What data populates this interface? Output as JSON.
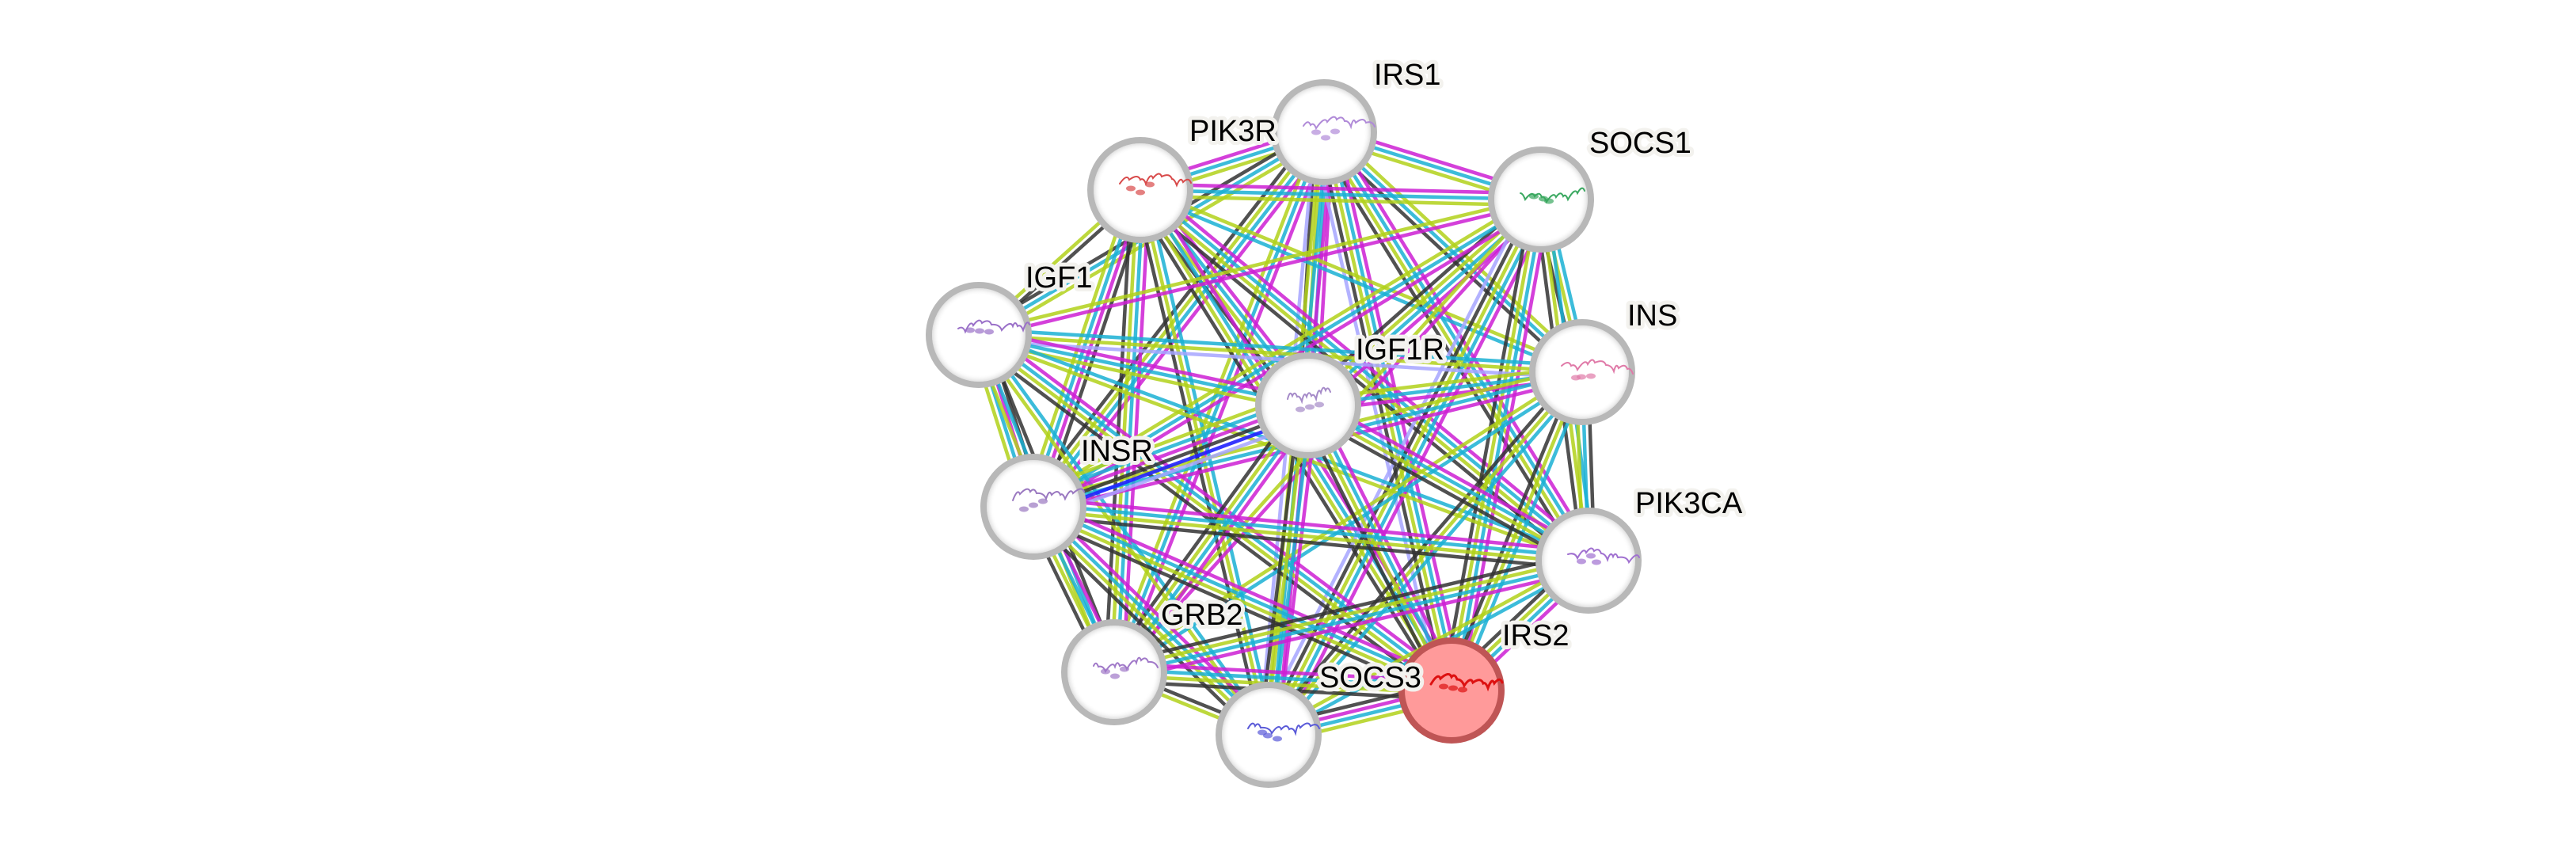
{
  "network": {
    "title": "Protein interaction network",
    "query_protein": "IRS2",
    "edge_colors": {
      "known_curated": "#1ab0d3",
      "known_experimental": "#cc1fd3",
      "textmining": "#b2d11a",
      "coexpression": "#333333",
      "homology": "#a6a4ff",
      "gene_fusion": "#2020ff"
    },
    "node_style": {
      "default_fill": "#ffffff",
      "default_ring": "#b8b8b8",
      "query_fill": "#ff9a9a",
      "query_ring": "#bf5555"
    },
    "nodes": [
      {
        "id": "IRS1",
        "label": "IRS1",
        "structure_color": "#b08ad8",
        "query": false
      },
      {
        "id": "PIK3R1",
        "label": "PIK3R",
        "structure_color": "#d84a4a",
        "query": false
      },
      {
        "id": "SOCS1",
        "label": "SOCS1",
        "structure_color": "#3aa860",
        "query": false
      },
      {
        "id": "IGF1",
        "label": "IGF1",
        "structure_color": "#9a70c8",
        "query": false
      },
      {
        "id": "INS",
        "label": "INS",
        "structure_color": "#e07aa8",
        "query": false
      },
      {
        "id": "IGF1R",
        "label": "IGF1R",
        "structure_color": "#a58ac8",
        "query": false
      },
      {
        "id": "INSR",
        "label": "INSR",
        "structure_color": "#9a78c0",
        "query": false
      },
      {
        "id": "PIK3CA",
        "label": "PIK3CA",
        "structure_color": "#a070d0",
        "query": false
      },
      {
        "id": "GRB2",
        "label": "GRB2",
        "structure_color": "#a078c8",
        "query": false
      },
      {
        "id": "SOCS3",
        "label": "SOCS3",
        "structure_color": "#5a5ad8",
        "query": false
      },
      {
        "id": "IRS2",
        "label": "IRS2",
        "structure_color": "#dd1111",
        "query": true
      }
    ],
    "edges": [
      {
        "a": "IRS1",
        "b": "PIK3R1",
        "types": [
          "textmining",
          "known_curated",
          "known_experimental"
        ]
      },
      {
        "a": "IRS1",
        "b": "SOCS1",
        "types": [
          "known_experimental",
          "known_curated",
          "textmining"
        ]
      },
      {
        "a": "IRS1",
        "b": "IGF1",
        "types": [
          "textmining",
          "known_curated",
          "coexpression"
        ]
      },
      {
        "a": "IRS1",
        "b": "INS",
        "types": [
          "textmining",
          "known_curated",
          "coexpression"
        ]
      },
      {
        "a": "IRS1",
        "b": "IGF1R",
        "types": [
          "known_experimental",
          "known_curated",
          "textmining",
          "coexpression"
        ]
      },
      {
        "a": "IRS1",
        "b": "INSR",
        "types": [
          "known_experimental",
          "known_curated",
          "textmining",
          "coexpression"
        ]
      },
      {
        "a": "IRS1",
        "b": "PIK3CA",
        "types": [
          "known_experimental",
          "known_curated",
          "textmining",
          "coexpression"
        ]
      },
      {
        "a": "IRS1",
        "b": "GRB2",
        "types": [
          "known_experimental",
          "known_curated",
          "textmining"
        ]
      },
      {
        "a": "IRS1",
        "b": "SOCS3",
        "types": [
          "known_experimental",
          "known_curated",
          "textmining",
          "homology"
        ]
      },
      {
        "a": "IRS1",
        "b": "IRS2",
        "types": [
          "known_experimental",
          "known_curated",
          "textmining",
          "coexpression",
          "homology"
        ]
      },
      {
        "a": "PIK3R1",
        "b": "SOCS1",
        "types": [
          "known_experimental",
          "known_curated",
          "textmining"
        ]
      },
      {
        "a": "PIK3R1",
        "b": "IGF1",
        "types": [
          "coexpression",
          "textmining"
        ]
      },
      {
        "a": "PIK3R1",
        "b": "INS",
        "types": [
          "textmining",
          "known_curated"
        ]
      },
      {
        "a": "PIK3R1",
        "b": "IGF1R",
        "types": [
          "known_experimental",
          "known_curated",
          "textmining",
          "coexpression"
        ]
      },
      {
        "a": "PIK3R1",
        "b": "INSR",
        "types": [
          "coexpression",
          "known_experimental",
          "known_curated",
          "textmining"
        ]
      },
      {
        "a": "PIK3R1",
        "b": "PIK3CA",
        "types": [
          "known_experimental",
          "known_curated",
          "textmining",
          "coexpression"
        ]
      },
      {
        "a": "PIK3R1",
        "b": "GRB2",
        "types": [
          "known_experimental",
          "known_curated",
          "textmining",
          "coexpression"
        ]
      },
      {
        "a": "PIK3R1",
        "b": "SOCS3",
        "types": [
          "known_curated",
          "textmining",
          "coexpression"
        ]
      },
      {
        "a": "PIK3R1",
        "b": "IRS2",
        "types": [
          "known_experimental",
          "known_curated",
          "textmining",
          "coexpression"
        ]
      },
      {
        "a": "SOCS1",
        "b": "IGF1",
        "types": [
          "known_experimental",
          "textmining"
        ]
      },
      {
        "a": "SOCS1",
        "b": "INS",
        "types": [
          "known_curated",
          "textmining",
          "coexpression"
        ]
      },
      {
        "a": "SOCS1",
        "b": "IGF1R",
        "types": [
          "known_experimental",
          "known_curated",
          "textmining",
          "coexpression"
        ]
      },
      {
        "a": "SOCS1",
        "b": "INSR",
        "types": [
          "known_experimental",
          "known_curated",
          "textmining"
        ]
      },
      {
        "a": "SOCS1",
        "b": "PIK3CA",
        "types": [
          "known_curated",
          "textmining",
          "coexpression"
        ]
      },
      {
        "a": "SOCS1",
        "b": "GRB2",
        "types": [
          "known_experimental",
          "textmining"
        ]
      },
      {
        "a": "SOCS1",
        "b": "SOCS3",
        "types": [
          "known_experimental",
          "known_curated",
          "textmining",
          "coexpression",
          "homology"
        ]
      },
      {
        "a": "SOCS1",
        "b": "IRS2",
        "types": [
          "known_experimental",
          "known_curated",
          "textmining",
          "coexpression"
        ]
      },
      {
        "a": "IGF1",
        "b": "INS",
        "types": [
          "known_curated",
          "textmining",
          "homology"
        ]
      },
      {
        "a": "IGF1",
        "b": "IGF1R",
        "types": [
          "known_experimental",
          "known_curated",
          "textmining"
        ]
      },
      {
        "a": "IGF1",
        "b": "INSR",
        "types": [
          "coexpression",
          "known_experimental",
          "known_curated",
          "textmining"
        ]
      },
      {
        "a": "IGF1",
        "b": "PIK3CA",
        "types": [
          "known_curated",
          "textmining"
        ]
      },
      {
        "a": "IGF1",
        "b": "GRB2",
        "types": [
          "coexpression",
          "known_curated",
          "textmining"
        ]
      },
      {
        "a": "IGF1",
        "b": "SOCS3",
        "types": [
          "known_curated",
          "textmining"
        ]
      },
      {
        "a": "IGF1",
        "b": "IRS2",
        "types": [
          "known_experimental",
          "known_curated",
          "textmining",
          "coexpression"
        ]
      },
      {
        "a": "INS",
        "b": "IGF1R",
        "types": [
          "known_experimental",
          "known_curated",
          "textmining"
        ]
      },
      {
        "a": "INS",
        "b": "INSR",
        "types": [
          "known_experimental",
          "known_curated",
          "textmining"
        ]
      },
      {
        "a": "INS",
        "b": "PIK3CA",
        "types": [
          "coexpression",
          "known_curated",
          "textmining"
        ]
      },
      {
        "a": "INS",
        "b": "GRB2",
        "types": [
          "known_curated",
          "textmining"
        ]
      },
      {
        "a": "INS",
        "b": "SOCS3",
        "types": [
          "known_curated",
          "textmining",
          "coexpression"
        ]
      },
      {
        "a": "INS",
        "b": "IRS2",
        "types": [
          "known_curated",
          "textmining",
          "coexpression"
        ]
      },
      {
        "a": "IGF1R",
        "b": "INSR",
        "types": [
          "homology",
          "gene_fusion",
          "coexpression",
          "known_experimental",
          "known_curated",
          "textmining"
        ]
      },
      {
        "a": "IGF1R",
        "b": "PIK3CA",
        "types": [
          "known_experimental",
          "known_curated",
          "textmining",
          "coexpression"
        ]
      },
      {
        "a": "IGF1R",
        "b": "GRB2",
        "types": [
          "known_experimental",
          "known_curated",
          "textmining",
          "coexpression"
        ]
      },
      {
        "a": "IGF1R",
        "b": "SOCS3",
        "types": [
          "known_experimental",
          "known_curated",
          "textmining",
          "coexpression"
        ]
      },
      {
        "a": "IGF1R",
        "b": "IRS2",
        "types": [
          "known_experimental",
          "known_curated",
          "textmining",
          "coexpression"
        ]
      },
      {
        "a": "INSR",
        "b": "PIK3CA",
        "types": [
          "known_experimental",
          "known_curated",
          "textmining",
          "coexpression"
        ]
      },
      {
        "a": "INSR",
        "b": "GRB2",
        "types": [
          "known_experimental",
          "known_curated",
          "textmining",
          "coexpression"
        ]
      },
      {
        "a": "INSR",
        "b": "SOCS3",
        "types": [
          "known_experimental",
          "known_curated",
          "textmining",
          "coexpression"
        ]
      },
      {
        "a": "INSR",
        "b": "IRS2",
        "types": [
          "known_experimental",
          "known_curated",
          "textmining",
          "coexpression"
        ]
      },
      {
        "a": "PIK3CA",
        "b": "GRB2",
        "types": [
          "known_experimental",
          "known_curated",
          "textmining",
          "coexpression"
        ]
      },
      {
        "a": "PIK3CA",
        "b": "SOCS3",
        "types": [
          "known_curated",
          "textmining"
        ]
      },
      {
        "a": "PIK3CA",
        "b": "IRS2",
        "types": [
          "known_experimental",
          "known_curated",
          "textmining",
          "coexpression"
        ]
      },
      {
        "a": "GRB2",
        "b": "SOCS3",
        "types": [
          "coexpression",
          "textmining"
        ]
      },
      {
        "a": "GRB2",
        "b": "IRS2",
        "types": [
          "known_experimental",
          "known_curated",
          "textmining",
          "coexpression"
        ]
      },
      {
        "a": "SOCS3",
        "b": "IRS2",
        "types": [
          "coexpression",
          "known_experimental",
          "known_curated",
          "textmining"
        ]
      }
    ]
  }
}
